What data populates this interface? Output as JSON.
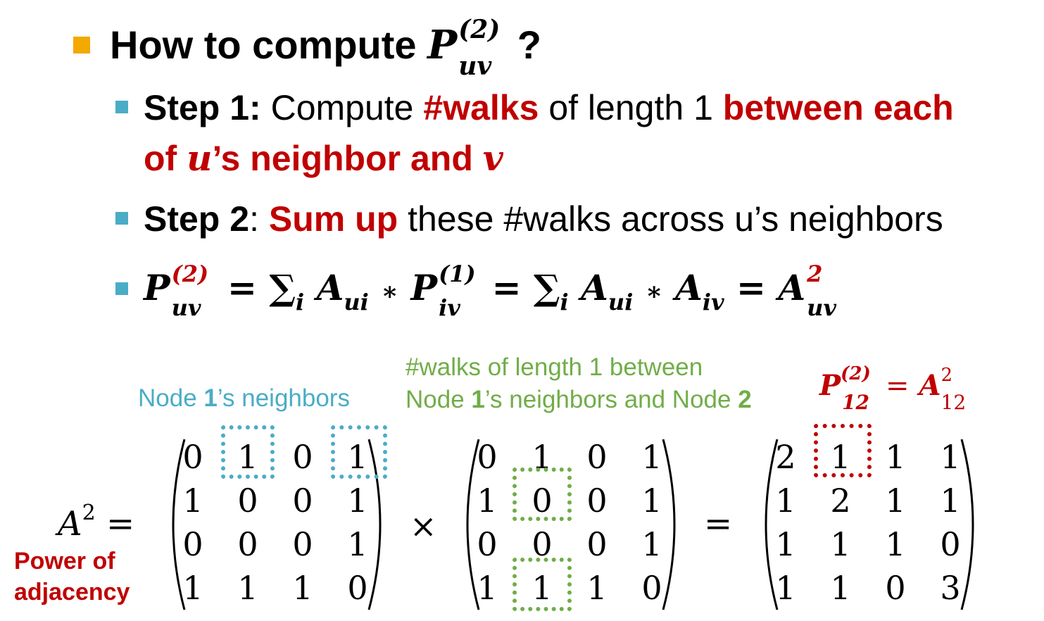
{
  "heading": {
    "prefix": "How to compute",
    "symbol": "P",
    "sup": "(2)",
    "sub": "uv",
    "suffix": "?"
  },
  "step1": {
    "label": "Step 1:",
    "text_a": "Compute",
    "highlight_a": "#walks",
    "text_b": "of length",
    "number": "1",
    "highlight_b": "between each",
    "line2_a": "of",
    "line2_u": "u",
    "line2_b": "’s neighbor and",
    "line2_v": "v"
  },
  "step2": {
    "label": "Step 2",
    "colon": ":",
    "highlight": "Sum up",
    "text": "these #walks across u’s neighbors"
  },
  "formula": {
    "P": "P",
    "sup2": "(2)",
    "sub_uv": "uv",
    "eq": "=",
    "sum": "∑",
    "sub_i": "i",
    "A": "A",
    "sub_ui": "ui",
    "times": "∗",
    "sup1": "(1)",
    "sub_iv": "iv",
    "sup_2": "2"
  },
  "annotations": {
    "neighbors_a": "Node ",
    "neighbors_b": "1",
    "neighbors_c": "’s neighbors",
    "walks_line1": "#walks of length 1 between",
    "walks_a": "Node ",
    "walks_b": "1",
    "walks_c": "’s neighbors and Node ",
    "walks_d": "2",
    "result_P": "P",
    "result_sup": "(2)",
    "result_sub": "12",
    "result_eq": "=",
    "result_A": "A",
    "result_Asup": "2",
    "result_Asub": "12",
    "power_line1": "Power of",
    "power_line2": "adjacency"
  },
  "lhs": {
    "A": "A",
    "sup": "2",
    "eq": "="
  },
  "operators": {
    "times": "×",
    "equals": "="
  },
  "matrix_a": [
    [
      "0",
      "1",
      "0",
      "1"
    ],
    [
      "1",
      "0",
      "0",
      "1"
    ],
    [
      "0",
      "0",
      "0",
      "1"
    ],
    [
      "1",
      "1",
      "1",
      "0"
    ]
  ],
  "matrix_b": [
    [
      "0",
      "1",
      "0",
      "1"
    ],
    [
      "1",
      "0",
      "0",
      "1"
    ],
    [
      "0",
      "0",
      "0",
      "1"
    ],
    [
      "1",
      "1",
      "1",
      "0"
    ]
  ],
  "matrix_c": [
    [
      "2",
      "1",
      "1",
      "1"
    ],
    [
      "1",
      "2",
      "1",
      "1"
    ],
    [
      "1",
      "1",
      "1",
      "0"
    ],
    [
      "1",
      "1",
      "0",
      "3"
    ]
  ],
  "colors": {
    "cyan": "#4bacc6",
    "green": "#70ad47",
    "red": "#c00000",
    "orange": "#f2a900"
  }
}
